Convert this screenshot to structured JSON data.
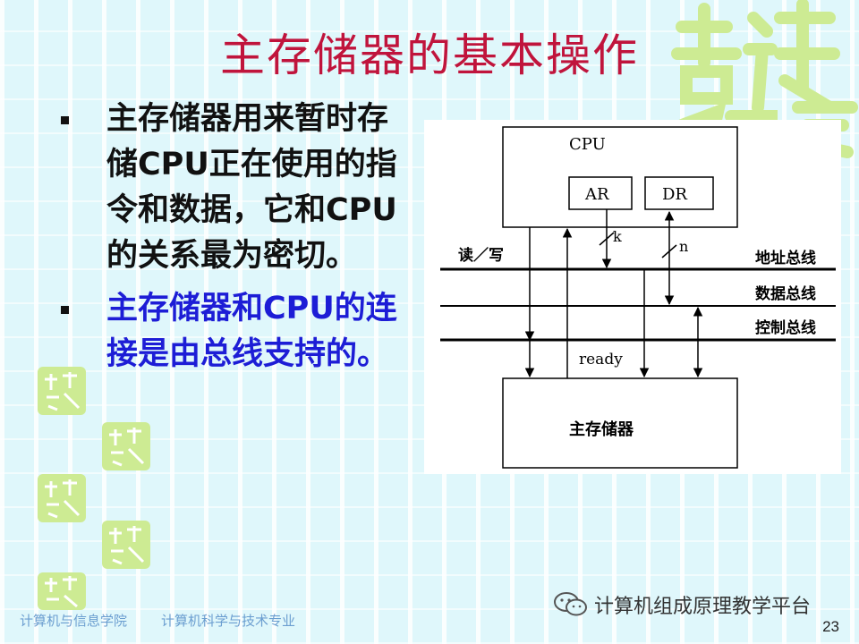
{
  "slide": {
    "title": "主存储器的基本操作",
    "bullets": [
      "主存储器用来暂时存储CPU正在使用的指令和数据，它和CPU的关系最为密切。",
      "主存储器和CPU的连接是由总线支持的。"
    ],
    "page_number": "23"
  },
  "diagram": {
    "cpu_label": "CPU",
    "ar_label": "AR",
    "dr_label": "DR",
    "memory_label": "主存储器",
    "rw_label": "读／写",
    "k_label": "k",
    "n_label": "n",
    "ready_label": "ready",
    "address_bus": "地址总线",
    "data_bus": "数据总线",
    "control_bus": "控制总线"
  },
  "footer": {
    "school": "计算机与信息学院",
    "major": "计算机科学与技术专业",
    "wechat_account": "计算机组成原理教学平台"
  },
  "colors": {
    "title": "#c0143c",
    "highlight_bullet": "#1d1dd6",
    "background": "#dff7fb",
    "decoration": "#c9e98f"
  },
  "icons": {
    "bullet": "square-bullet-icon",
    "wechat": "wechat-icon",
    "seal": "seal-decoration-icon"
  }
}
